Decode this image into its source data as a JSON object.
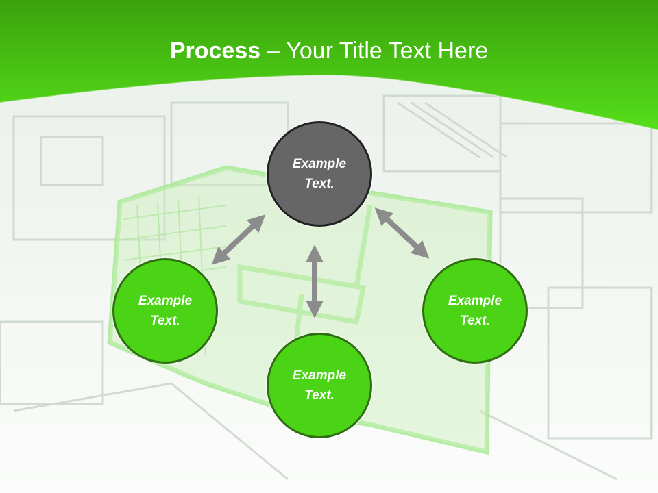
{
  "slide": {
    "title_bold": "Process",
    "title_rest": " – Your Title Text Here"
  },
  "nodes": [
    {
      "id": "top",
      "label": "Example\nText.",
      "color": "#666666"
    },
    {
      "id": "left",
      "label": "Example\nText.",
      "color": "#4bd316"
    },
    {
      "id": "right",
      "label": "Example\nText.",
      "color": "#4bd316"
    },
    {
      "id": "bottom",
      "label": "Example\nText.",
      "color": "#4bd316"
    }
  ],
  "colors": {
    "header_green": "#4bd316",
    "arrow_gray": "#8c8c8c",
    "background": "#f4f7f4"
  },
  "icons": [
    "double-arrow-icon"
  ]
}
